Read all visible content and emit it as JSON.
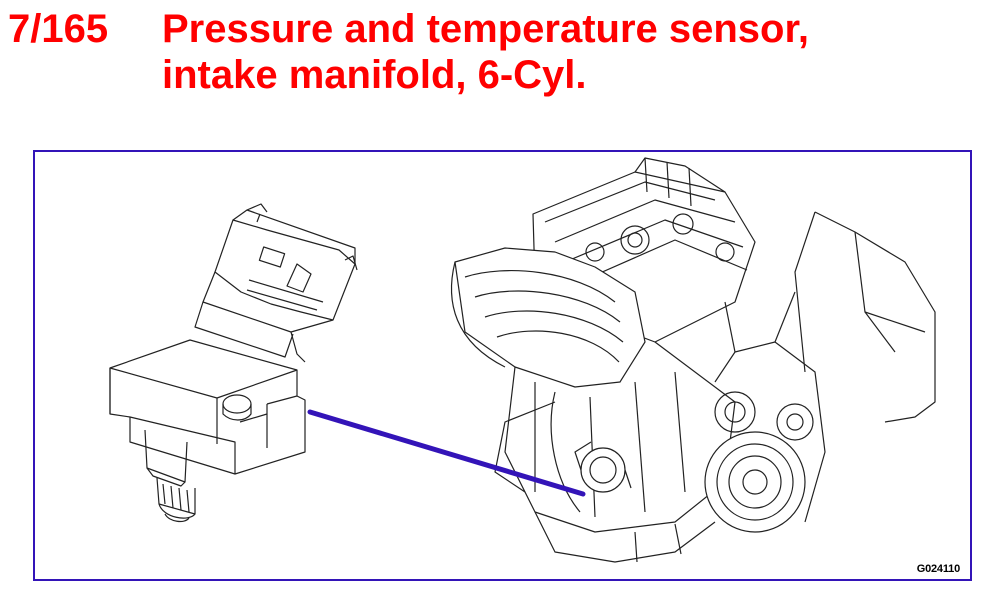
{
  "header": {
    "number": "7/165",
    "title_line1": "Pressure and temperature sensor,",
    "title_line2": "intake manifold, 6-Cyl."
  },
  "figure": {
    "part_code": "G024110"
  },
  "colors": {
    "title": "#ff0000",
    "frame": "#3314b8",
    "pointer": "#3314b8",
    "lines": "#222222"
  },
  "icons": [
    "sensor-illustration-icon",
    "engine-illustration-icon"
  ]
}
